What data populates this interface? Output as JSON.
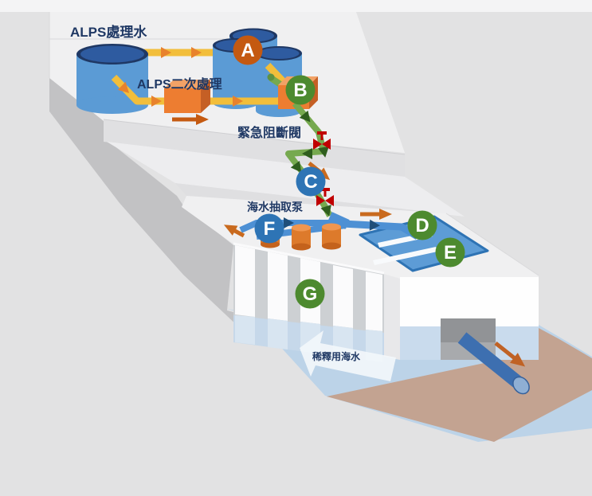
{
  "diagram": {
    "labels": {
      "alps_treated_water": "ALPS處理水",
      "alps_secondary_treatment": "ALPS二次處理",
      "emergency_shutoff_valve": "緊急阻斷閥",
      "seawater_pump": "海水抽取泵",
      "dilution_seawater": "稀釋用海水"
    },
    "badges": [
      {
        "letter": "A",
        "color": "#C45911"
      },
      {
        "letter": "B",
        "color": "#4D8A2F"
      },
      {
        "letter": "C",
        "color": "#2E74B5"
      },
      {
        "letter": "D",
        "color": "#4D8A2F"
      },
      {
        "letter": "E",
        "color": "#4D8A2F"
      },
      {
        "letter": "F",
        "color": "#2E74B5"
      },
      {
        "letter": "G",
        "color": "#4D8A2F"
      }
    ],
    "colors": {
      "treated_water_pipe": "#F2BE3B",
      "post_treatment_pipe": "#76A94F",
      "seawater_pipe": "#4D90D4",
      "flow_marker_orange": "#E8822C",
      "valve_red": "#C00000",
      "tank_blue": "#5B9BD5",
      "equipment_orange": "#ED7D31",
      "sea_water": "#BCD3E8",
      "seabed_sand": "#C3A391",
      "label_text": "#1F3864"
    }
  }
}
